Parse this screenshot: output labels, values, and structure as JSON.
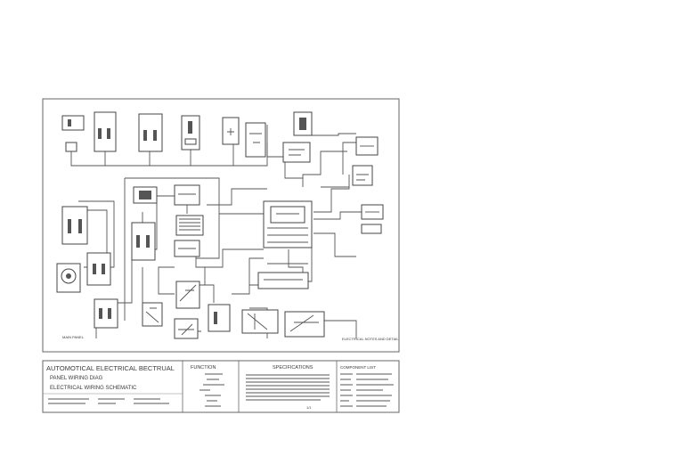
{
  "drawing": {
    "title_block": {
      "title": "AUTOMOTICAL ELECTRICAL BECTRUAL",
      "sub1": "PANEL WIRING DIAG",
      "sub2": "ELECTRICAL WIRING SCHEMATIC",
      "notes_heading": "FUNCTION",
      "specs_heading": "SPECIFICATIONS",
      "legend_heading": "COMPONENT LIST",
      "sheet_no": "1/1"
    },
    "labels": {
      "bottom_left": "MAIN PANEL",
      "notes_caption": "ELECTRICAL NOTES AND DETAIL"
    }
  }
}
